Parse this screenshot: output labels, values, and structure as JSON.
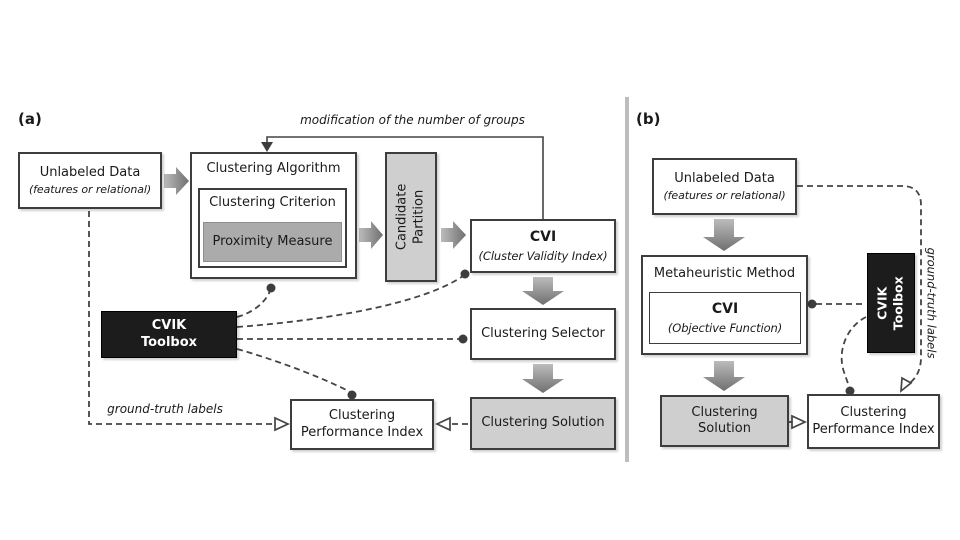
{
  "panel_a": {
    "label": "(a)",
    "feedback_label": "modification of the number of groups",
    "unlabeled_data_title": "Unlabeled Data",
    "unlabeled_data_subtitle": "(features or relational)",
    "clustering_algorithm": "Clustering Algorithm",
    "clustering_criterion": "Clustering Criterion",
    "proximity_measure": "Proximity Measure",
    "candidate_partition": "Candidate\nPartition",
    "cvi_title": "CVI",
    "cvi_subtitle": "(Cluster Validity Index)",
    "clustering_selector": "Clustering Selector",
    "clustering_solution": "Clustering Solution",
    "cvik_toolbox": "CVIK\nToolbox",
    "performance_index": "Clustering\nPerformance Index",
    "ground_truth_label": "ground-truth labels"
  },
  "panel_b": {
    "label": "(b)",
    "unlabeled_data_title": "Unlabeled Data",
    "unlabeled_data_subtitle": "(features or relational)",
    "metaheuristic_method": "Metaheuristic Method",
    "cvi_title": "CVI",
    "cvi_subtitle": "(Objective Function)",
    "cvik_toolbox": "CVIK\nToolbox",
    "clustering_solution": "Clustering\nSolution",
    "performance_index": "Clustering\nPerformance Index",
    "ground_truth_label": "ground-truth labels"
  },
  "colors": {
    "box_border": "#3d3d3d",
    "gray_fill": "#cfcfcf",
    "dark_gray_fill": "#ababab",
    "black_fill": "#1c1c1c",
    "connector": "#444444",
    "divider": "#bdbdbd",
    "arrow_gradient_light": "#bcbcbc",
    "arrow_gradient_dark": "#6f6f6f"
  }
}
